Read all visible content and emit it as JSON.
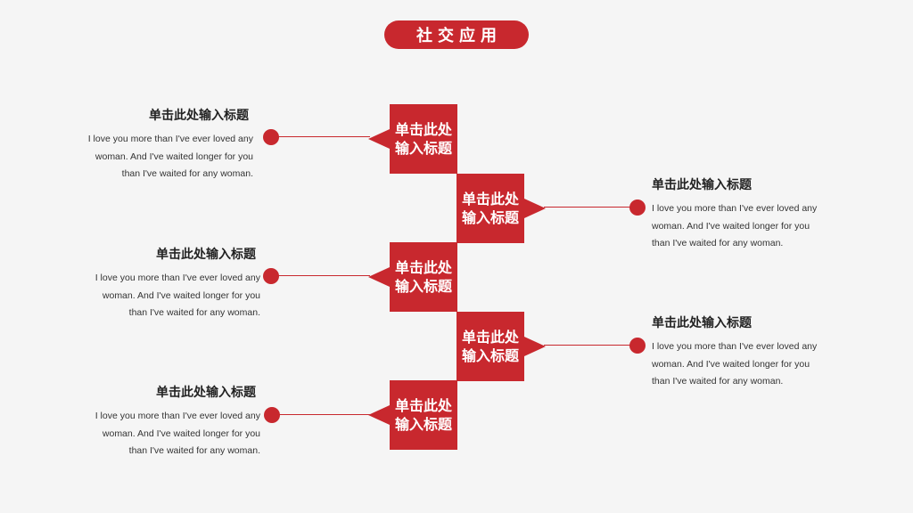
{
  "title": "社交应用",
  "items": [
    {
      "box_label": "单击此处输入标题",
      "heading": "单击此处输入标题",
      "desc": "I love you more than I've ever loved any woman. And I've waited longer for you than I've waited for any woman."
    },
    {
      "box_label": "单击此处输入标题",
      "heading": "单击此处输入标题",
      "desc": "I love you more than I've ever loved any woman. And I've waited longer for you than I've waited for any woman."
    },
    {
      "box_label": "单击此处输入标题",
      "heading": "单击此处输入标题",
      "desc": "I love you more than I've ever loved any woman. And I've waited longer for you than I've waited for any woman."
    },
    {
      "box_label": "单击此处输入标题",
      "heading": "单击此处输入标题",
      "desc": "I love you more than I've ever loved any woman. And I've waited longer for you than I've waited for any woman."
    },
    {
      "box_label": "单击此处输入标题",
      "heading": "单击此处输入标题",
      "desc": "I love you more than I've ever loved any woman. And I've waited longer for you than I've waited for any woman."
    }
  ],
  "colors": {
    "accent": "#c8282e",
    "background": "#f5f5f5"
  }
}
